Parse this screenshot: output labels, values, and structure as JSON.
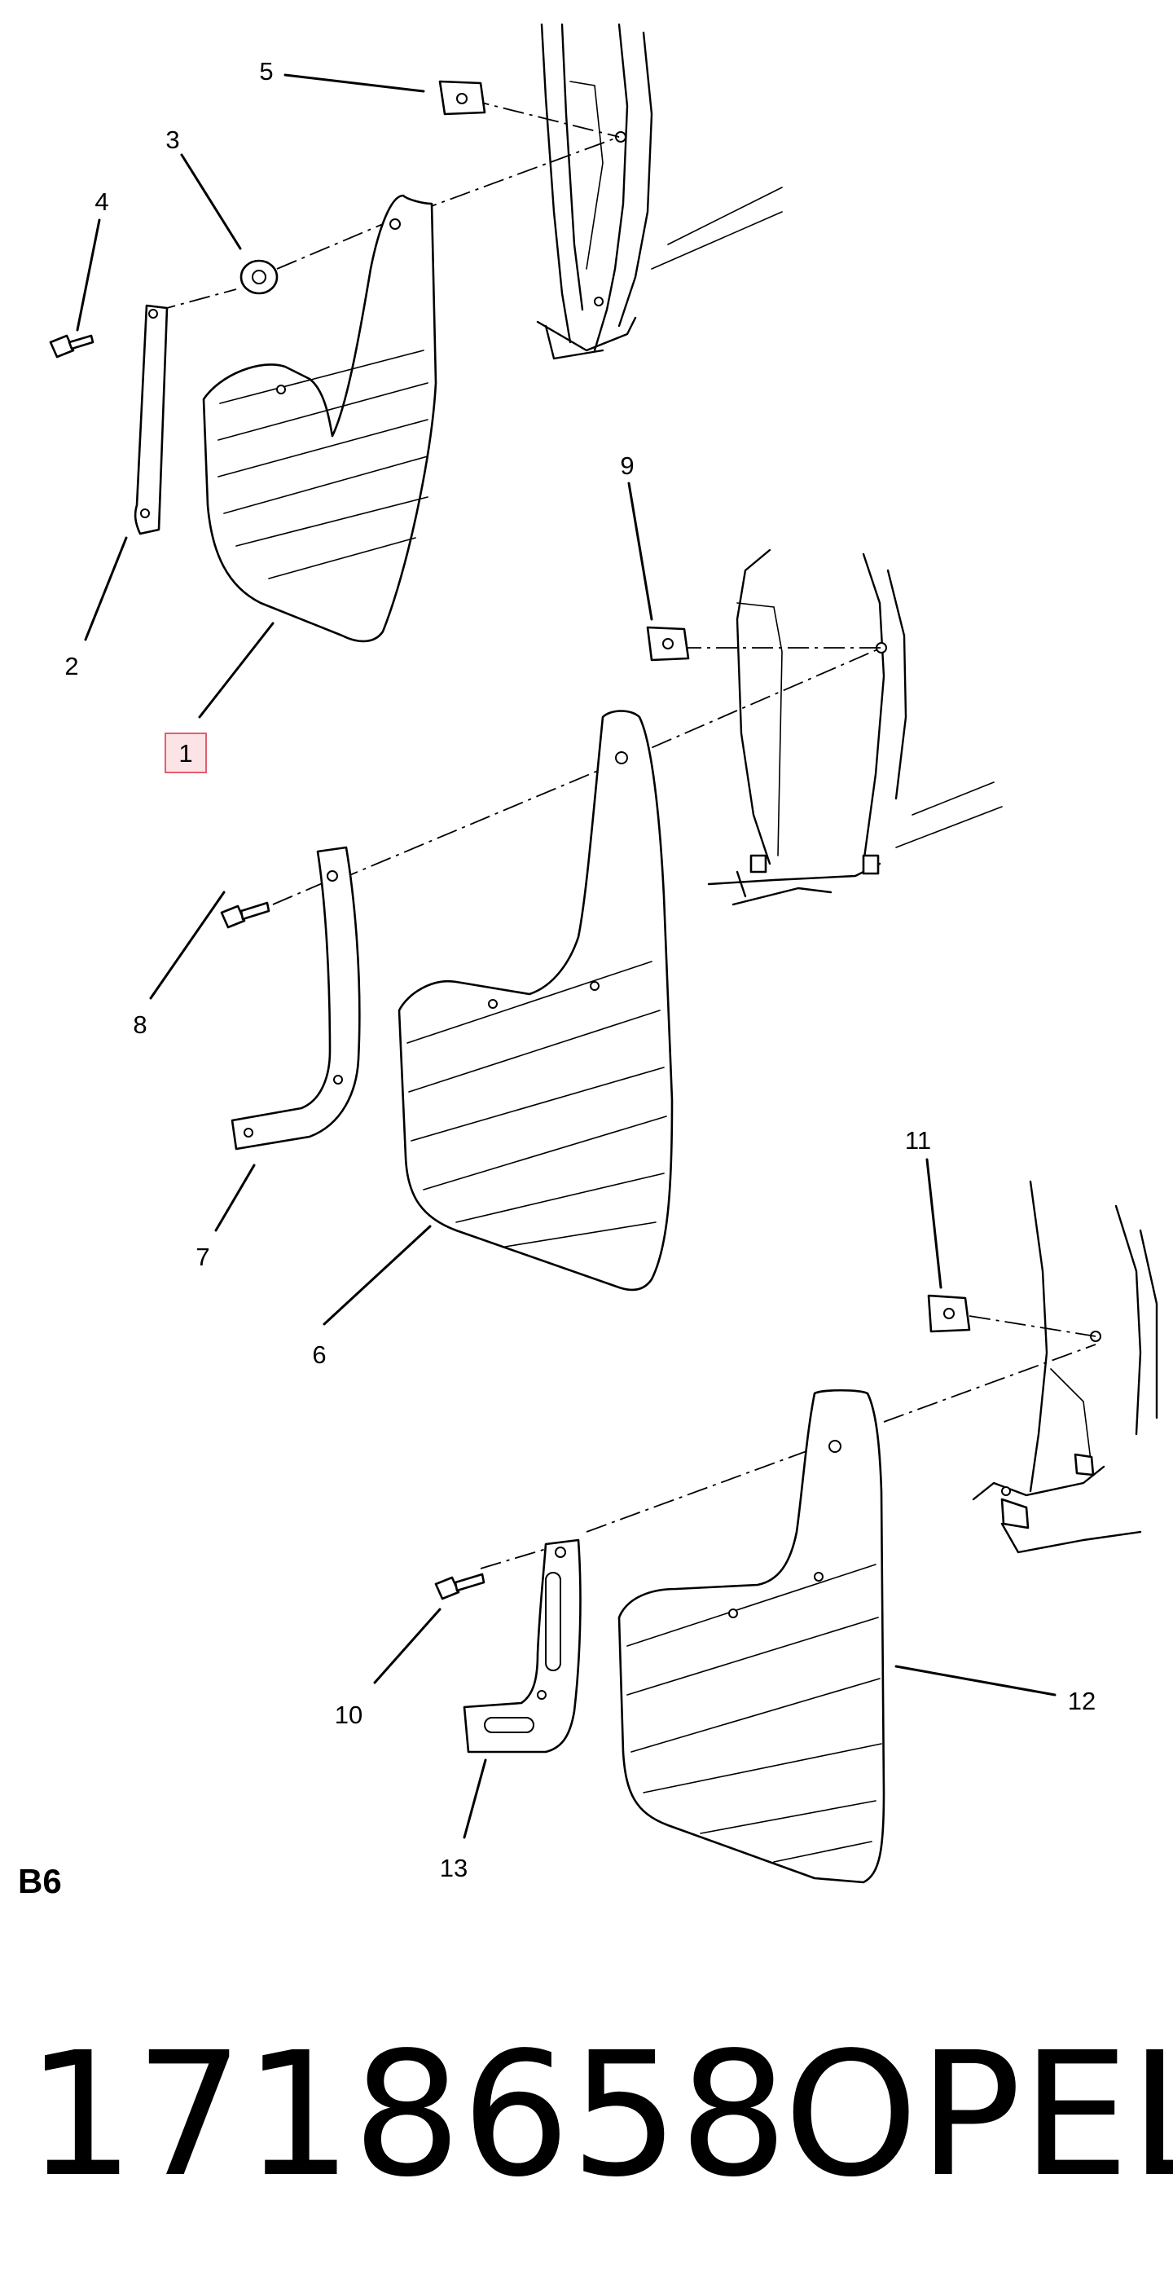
{
  "callouts": {
    "c1": "1",
    "c2": "2",
    "c3": "3",
    "c4": "4",
    "c5": "5",
    "c6": "6",
    "c7": "7",
    "c8": "8",
    "c9": "9",
    "c10": "10",
    "c11": "11",
    "c12": "12",
    "c13": "13"
  },
  "highlighted_callout": "1",
  "highlight_color": "#e0606f",
  "grid_reference": "B6",
  "footer": {
    "part_number": "1718658",
    "brand": "OPEL"
  }
}
